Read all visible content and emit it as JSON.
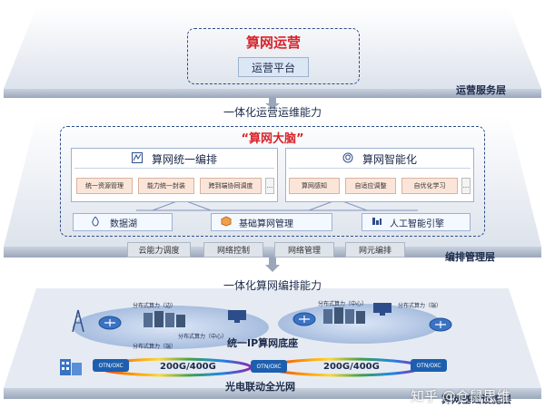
{
  "ops_layer": {
    "title": "算网运营",
    "platform": "运营平台",
    "label": "运营服务层"
  },
  "caption_ops": "一体化运营运维能力",
  "orch_layer": {
    "brain_title": "“算网大脑”",
    "unified": {
      "title": "算网统一编排",
      "items": [
        "统一资源管理",
        "能力统一封装",
        "跨到端协同调度",
        "..."
      ]
    },
    "intelligent": {
      "title": "算网智能化",
      "items": [
        "算网感知",
        "自适应调整",
        "自优化学习",
        "..."
      ]
    },
    "base": [
      "数据湖",
      "基础算网管理",
      "人工智能引擎"
    ],
    "capabilities": [
      "云能力调度",
      "网络控制",
      "网络管理",
      "网元编排"
    ],
    "label": "编排管理层"
  },
  "caption_orch": "一体化算网编排能力",
  "infra_layer": {
    "compute_edge": "分布式算力（边）",
    "compute_center": "分布式算力（中心）",
    "compute_center2": "分布式算力（中心）",
    "compute_end": "分布式算力（端）",
    "compute_end2": "分布式算力（端）",
    "ip_base": "统一IP算网底座",
    "otn": [
      "OTN/OXC",
      "OTN/OXC",
      "OTN/OXC"
    ],
    "speed": [
      "200G/400G",
      "200G/400G"
    ],
    "optical": "光电联动全光网",
    "label": "算网基础设施层"
  },
  "watermark": "知乎 @仓鼠思维",
  "colors": {
    "accent_red": "#d8232a",
    "navy": "#1b2a4a",
    "otn_blue": "#1d5fae"
  }
}
